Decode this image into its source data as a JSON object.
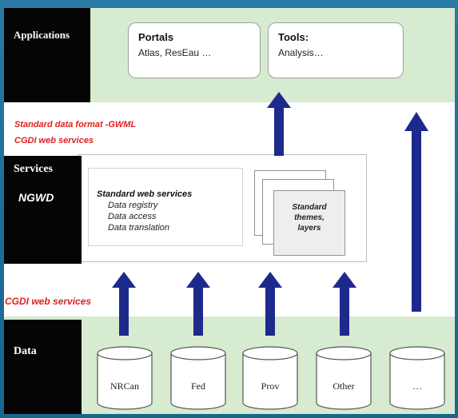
{
  "labels": {
    "applications": "Applications",
    "services": "Services",
    "ngwd": "NGWD",
    "data": "Data"
  },
  "applications": {
    "portals": {
      "title": "Portals",
      "subtitle": "Atlas, ResEau …"
    },
    "tools": {
      "title": "Tools:",
      "subtitle": "Analysis…"
    }
  },
  "annotations": {
    "standard_format": "Standard data format -GWML",
    "cgdi_upper": "CGDI web services",
    "cgdi_lower": "CGDI web services"
  },
  "services": {
    "web_services_title": "Standard web services",
    "web_services_items": [
      "Data registry",
      "Data access",
      "Data translation"
    ],
    "themes_line1": "Standard",
    "themes_line2": "themes,",
    "themes_line3": "layers"
  },
  "data_sources": [
    "NRCan",
    "Fed",
    "Prov",
    "Other",
    "…"
  ],
  "colors": {
    "arrow": "#1d2a8c",
    "band": "#d6ebcf",
    "label_box": "#050505",
    "annotation": "#e02020",
    "background": "#1e6a93"
  }
}
